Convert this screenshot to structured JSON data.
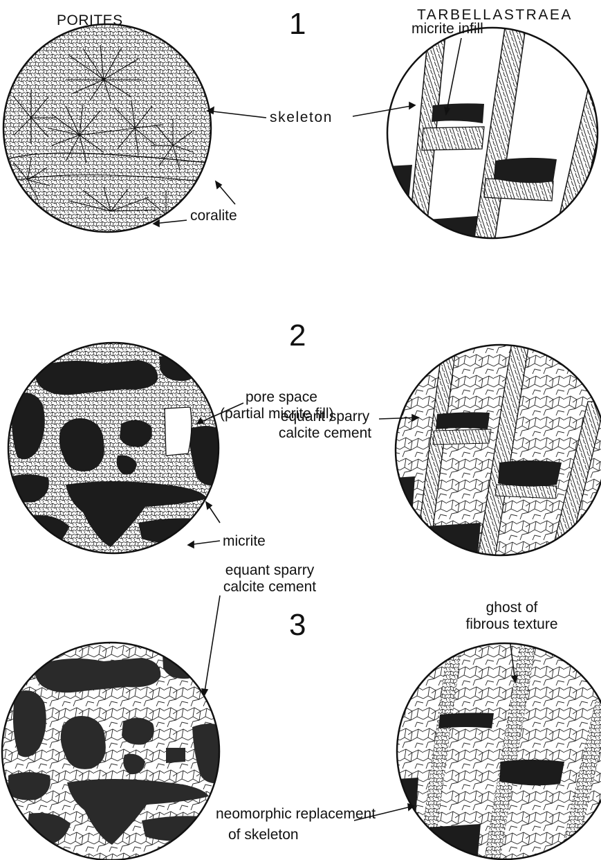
{
  "headers": {
    "left": "PORITES",
    "right": "TARBELLASTRAEA"
  },
  "stages": [
    "1",
    "2",
    "3"
  ],
  "labels": {
    "micrite_infill": "micrite infill",
    "skeleton": "skeleton",
    "coralite": "coralite",
    "pore_space_1": "pore space",
    "pore_space_2": "(partial micrite fill)",
    "sparry_2_line1": "equant sparry",
    "sparry_2_line2": "calcite cement",
    "micrite": "micrite",
    "ghost_line1": "ghost of",
    "ghost_line2": "fibrous texture",
    "sparry_3_line1": "equant sparry",
    "sparry_3_line2": "calcite cement",
    "neomorphic_line1": "neomorphic replacement",
    "neomorphic_line2": "of skeleton"
  },
  "colors": {
    "ink": "#111111",
    "micrite_fill": "#1c1c1c",
    "paper": "#ffffff"
  }
}
